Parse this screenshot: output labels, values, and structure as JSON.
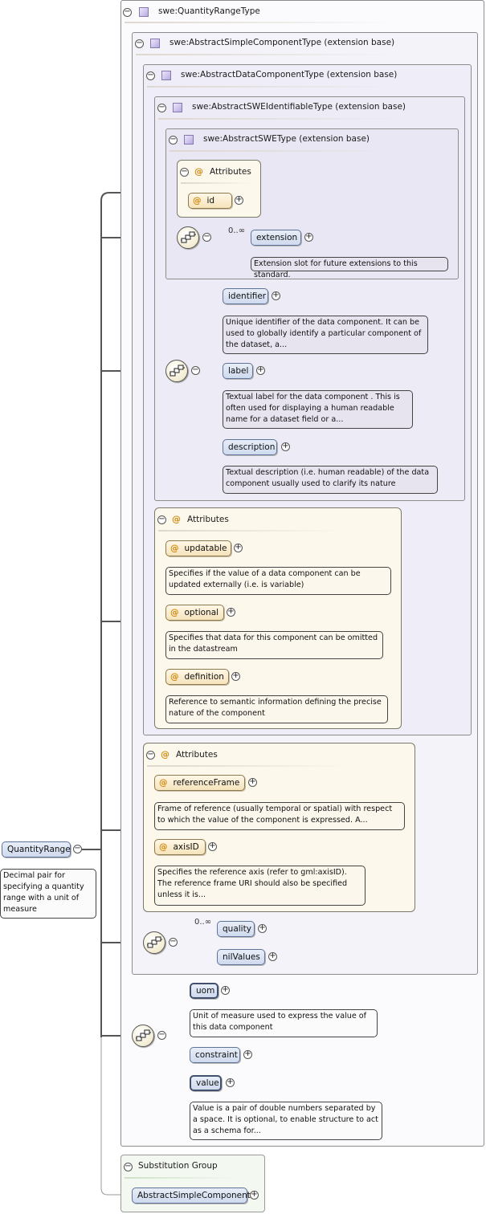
{
  "root": {
    "name": "QuantityRange",
    "doc": "Decimal pair for specifying a quantity range with a unit of measure"
  },
  "types": {
    "quantity_range_type": "swe:QuantityRangeType",
    "abstract_simple": "swe:AbstractSimpleComponentType (extension base)",
    "abstract_data": "swe:AbstractDataComponentType (extension base)",
    "abstract_swe_ident": "swe:AbstractSWEIdentifiableType (extension base)",
    "abstract_swe": "swe:AbstractSWEType (extension base)"
  },
  "attributes_label": "Attributes",
  "swe_type": {
    "attr_id": "id",
    "extension_mult": "0..∞",
    "extension": "extension",
    "extension_doc": "Extension slot for future extensions to this standard."
  },
  "identifiable": {
    "identifier": "identifier",
    "identifier_doc": "Unique identifier of the data component. It can be used to globally identify a particular component of the dataset, a...",
    "label": "label",
    "label_doc": "Textual label for the data component . This is often used for displaying a human readable name for a dataset field or a...",
    "description": "description",
    "description_doc": "Textual description (i.e. human readable) of the data component usually used to clarify its nature"
  },
  "data_attrs": {
    "updatable": "updatable",
    "updatable_doc": "Specifies if the value of a data component can be updated externally (i.e. is variable)",
    "optional": "optional",
    "optional_doc": "Specifies that data for this component can be omitted in the datastream",
    "definition": "definition",
    "definition_doc": "Reference to semantic information defining the precise nature of the component"
  },
  "simple_attrs": {
    "reference_frame": "referenceFrame",
    "reference_frame_doc": "Frame of reference (usually temporal or spatial) with respect to which the value of the component is expressed. A...",
    "axis_id": "axisID",
    "axis_id_doc": "Specifies the reference axis (refer to gml:axisID). The reference frame URI should also be specified unless it is..."
  },
  "simple_elems": {
    "quality_mult": "0..∞",
    "quality": "quality",
    "nil_values": "nilValues"
  },
  "range_elems": {
    "uom": "uom",
    "uom_doc": "Unit of measure used to express the value of this data component",
    "constraint": "constraint",
    "value": "value",
    "value_doc": "Value is a pair of double numbers separated by a space. It is optional, to enable structure to act as a schema for..."
  },
  "substitution": {
    "title": "Substitution Group",
    "element": "AbstractSimpleComponent"
  },
  "icons": {
    "collapse": "minus-circle-icon",
    "expand": "plus-circle-icon",
    "type": "complex-type-square-icon",
    "sequence": "sequence-compositor-icon",
    "attribute": "at-sign-icon"
  },
  "colors": {
    "element_fill": "#d6e0f0",
    "attribute_fill": "#f8e8c4",
    "type_box": "#f4f3fa",
    "attr_group": "#fdf8ec",
    "substitution_group": "#f3f9f1"
  }
}
